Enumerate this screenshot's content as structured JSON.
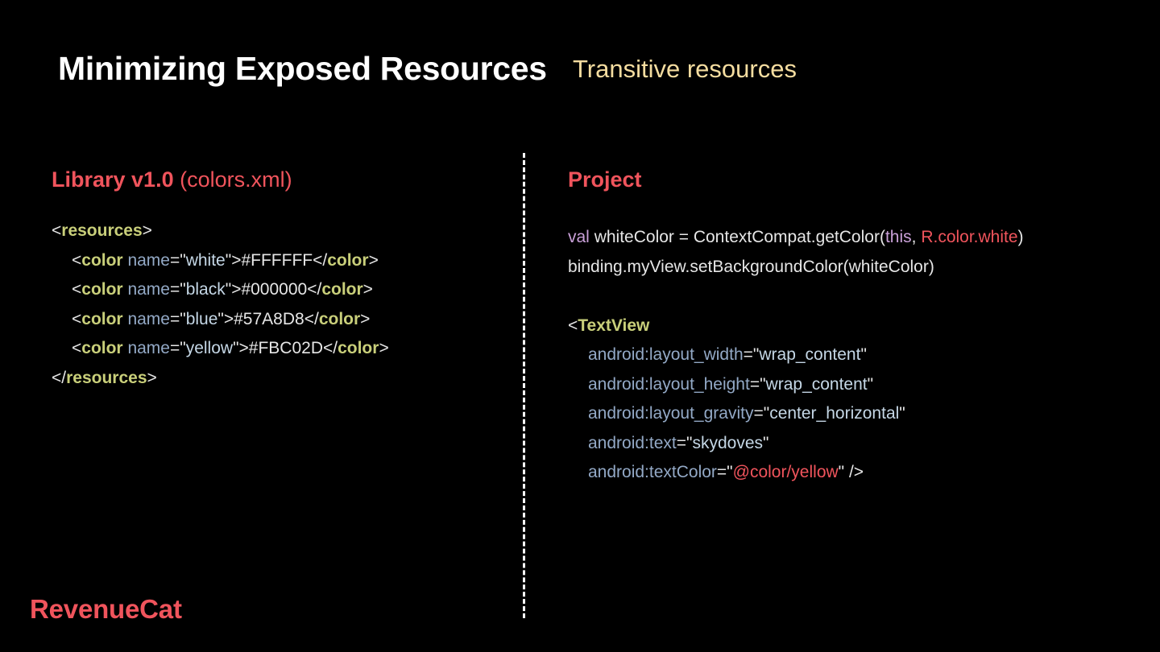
{
  "slide": {
    "title": "Minimizing Exposed Resources",
    "subtitle": "Transitive resources"
  },
  "left_panel": {
    "heading_bold": "Library v1.0",
    "heading_light": "(colors.xml)",
    "code": {
      "open_tag": "resources",
      "close_tag": "resources",
      "element_tag": "color",
      "attr_name": "name",
      "items": [
        {
          "name": "white",
          "value": "#FFFFFF"
        },
        {
          "name": "black",
          "value": "#000000"
        },
        {
          "name": "blue",
          "value": "#57A8D8"
        },
        {
          "name": "yellow",
          "value": "#FBC02D"
        }
      ]
    }
  },
  "right_panel": {
    "heading": "Project",
    "kotlin": {
      "kw_val": "val",
      "line1_mid": " whiteColor = ContextCompat.getColor(",
      "kw_this": "this",
      "comma": ", ",
      "ref": "R.color.white",
      "line1_end": ")",
      "line2": "binding.myView.setBackgroundColor(whiteColor)"
    },
    "xml": {
      "tag": "TextView",
      "attrs": [
        {
          "name": "android:layout_width",
          "value": "wrap_content"
        },
        {
          "name": "android:layout_height",
          "value": "wrap_content"
        },
        {
          "name": "android:layout_gravity",
          "value": "center_horizontal"
        },
        {
          "name": "android:text",
          "value": "skydoves"
        }
      ],
      "last_attr": {
        "name": "android:textColor",
        "value": "@color/yellow"
      },
      "self_close": " />"
    }
  },
  "branding": {
    "logo_text": "RevenueCat"
  },
  "colors": {
    "background": "#000000",
    "accent_red": "#F0545C",
    "subtitle_yellow": "#F5DDA0",
    "tag_green": "#C9CF7A",
    "attr_blue": "#93A9C6",
    "keyword_purple": "#C9A0D8"
  }
}
